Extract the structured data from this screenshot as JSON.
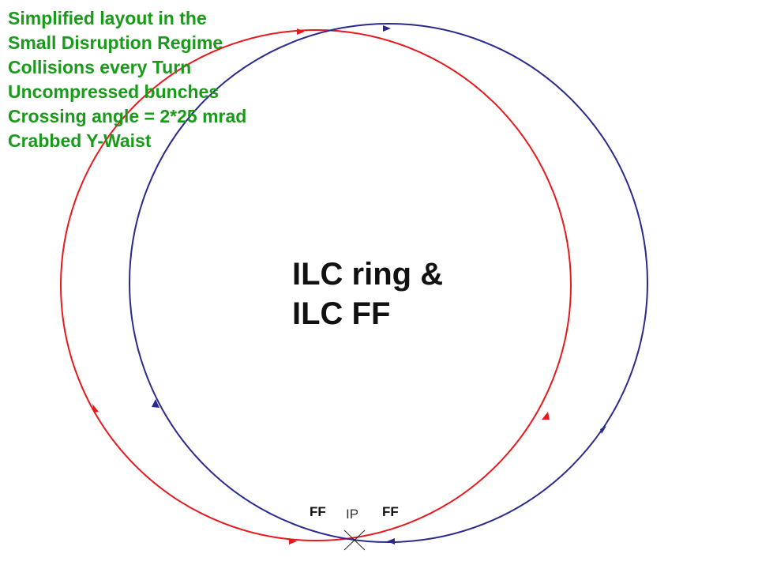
{
  "notes": [
    "Simplified layout in the",
    "Small Disruption Regime",
    "Collisions every Turn",
    "Uncompressed bunches",
    "Crossing angle = 2*25 mrad",
    "Crabbed Y-Waist"
  ],
  "center_title": [
    "ILC ring &",
    "ILC FF"
  ],
  "labels": {
    "ff_left": "FF",
    "ff_right": "FF",
    "ip": "IP"
  },
  "colors": {
    "red_ring": "#e8191c",
    "blue_ring": "#2a2a8c",
    "notes_text": "#1a9a1a"
  }
}
